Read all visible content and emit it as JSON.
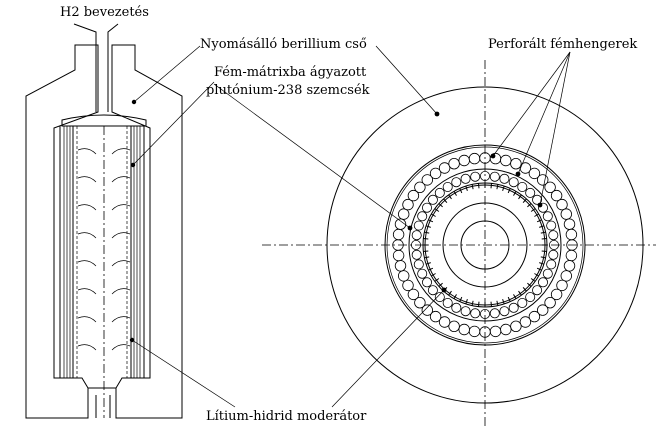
{
  "labels": {
    "h2_inlet": "H2 bevezetés",
    "beryllium_tube": "Nyomásálló berillium cső",
    "plutonium_grains_line1": "Fém-mátrixba ágyazott",
    "plutonium_grains_line2": "plutónium-238 szemcsék",
    "perforated_cylinders": "Perforált fémhengerek",
    "moderator": "Lítium-hidrid moderátor"
  }
}
